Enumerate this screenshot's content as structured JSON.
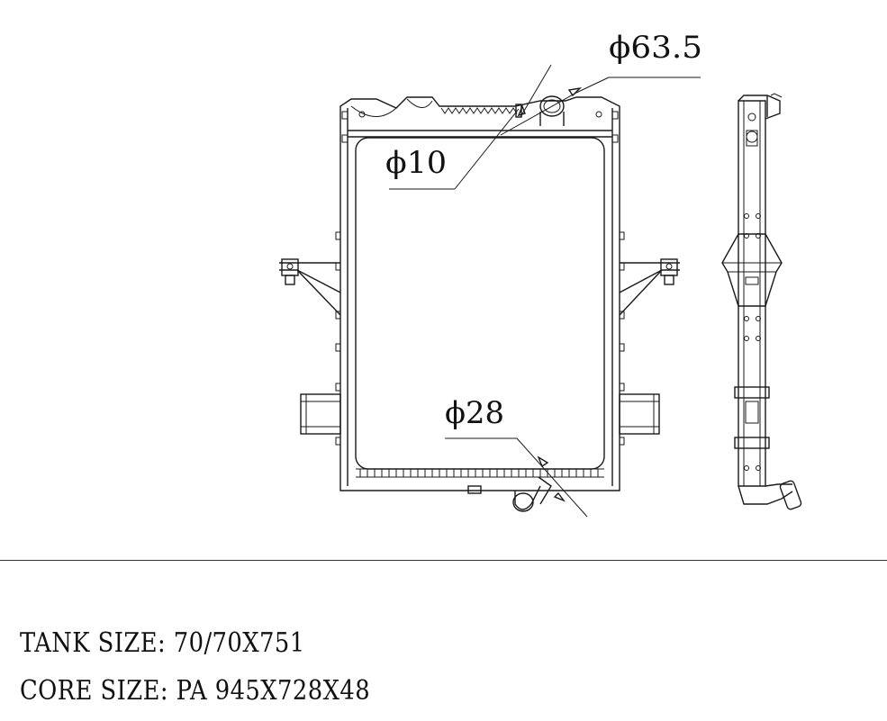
{
  "dimensions": {
    "outlet_diameter": "ϕ63.5",
    "vent_diameter": "ϕ10",
    "inlet_diameter": "ϕ28"
  },
  "specs": {
    "tank_label": "TANK SIZE:",
    "tank_value": "70/70X751",
    "core_label": "CORE SIZE:",
    "core_value": "PA 945X728X48"
  }
}
